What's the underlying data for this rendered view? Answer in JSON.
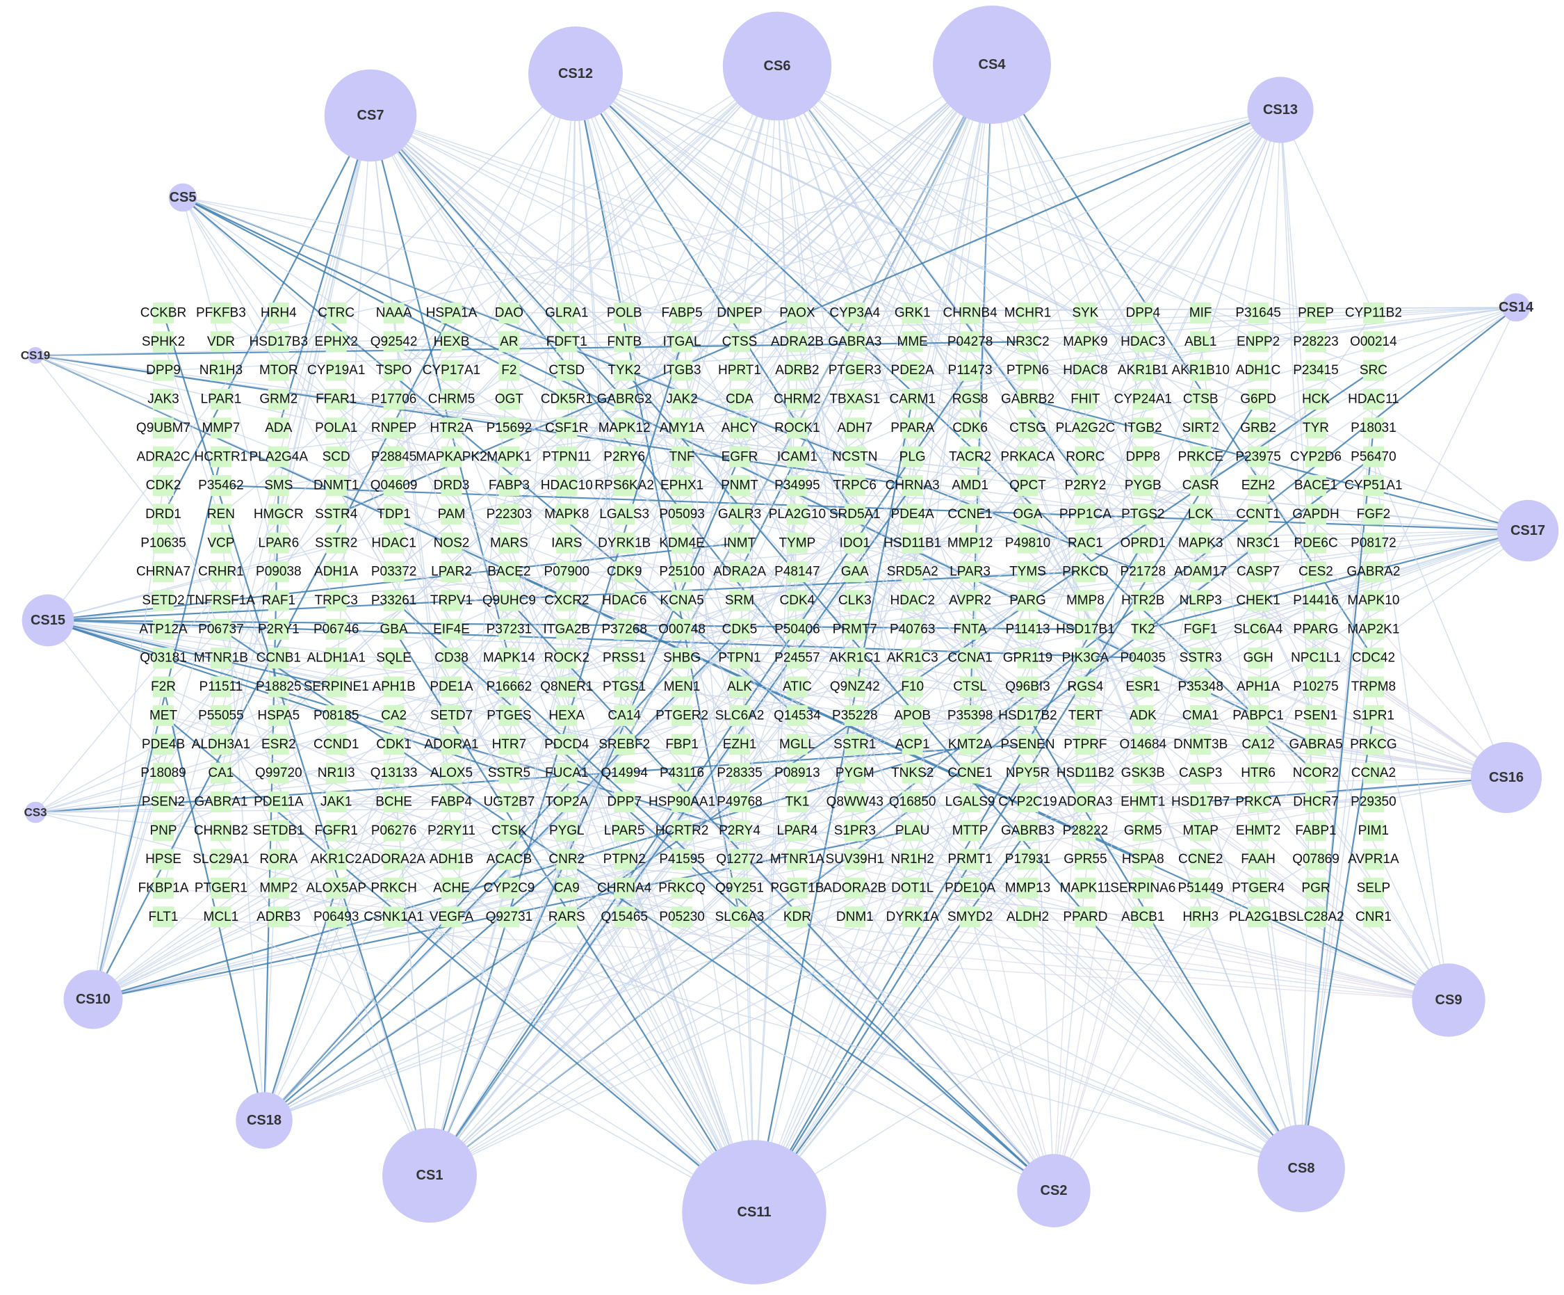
{
  "colors": {
    "background": "#ffffff",
    "hub_fill": "#c9c8f9",
    "target_fill": "#d4f7c9",
    "edge_light": "#c5d4ea",
    "edge_strong": "#3e7fb1",
    "edge_pale": "#ddd8ea"
  },
  "hubs": [
    {
      "id": "CS4",
      "label": "CS4",
      "size": 1
    },
    {
      "id": "CS6",
      "label": "CS6",
      "size": 0.92
    },
    {
      "id": "CS12",
      "label": "CS12",
      "size": 0.8
    },
    {
      "id": "CS7",
      "label": "CS7",
      "size": 0.78
    },
    {
      "id": "CS13",
      "label": "CS13",
      "size": 0.56
    },
    {
      "id": "CS5",
      "label": "CS5",
      "size": 0.24
    },
    {
      "id": "CS14",
      "label": "CS14",
      "size": 0.24
    },
    {
      "id": "CS19",
      "label": "CS19",
      "size": 0.14
    },
    {
      "id": "CS17",
      "label": "CS17",
      "size": 0.52
    },
    {
      "id": "CS15",
      "label": "CS15",
      "size": 0.44
    },
    {
      "id": "CS16",
      "label": "CS16",
      "size": 0.6
    },
    {
      "id": "CS3",
      "label": "CS3",
      "size": 0.18
    },
    {
      "id": "CS9",
      "label": "CS9",
      "size": 0.62
    },
    {
      "id": "CS10",
      "label": "CS10",
      "size": 0.5
    },
    {
      "id": "CS18",
      "label": "CS18",
      "size": 0.48
    },
    {
      "id": "CS1",
      "label": "CS1",
      "size": 0.8
    },
    {
      "id": "CS11",
      "label": "CS11",
      "size": 1.22
    },
    {
      "id": "CS2",
      "label": "CS2",
      "size": 0.62
    },
    {
      "id": "CS8",
      "label": "CS8",
      "size": 0.74
    }
  ],
  "targets": [
    [
      "CCKBR",
      "PFKFB3",
      "HRH4",
      "CTRC",
      "NAAA",
      "HSPA1A",
      "DAO",
      "GLRA1",
      "POLB",
      "FABP5",
      "DNPEP",
      "PAOX",
      "CYP3A4",
      "GRK1",
      "CHRNB4",
      "MCHR1",
      "SYK",
      "DPP4",
      "MIF",
      "P31645",
      "PREP",
      "CYP11B2"
    ],
    [
      "SPHK2",
      "VDR",
      "HSD17B3",
      "EPHX2",
      "Q92542",
      "HEXB",
      "AR",
      "FDFT1",
      "FNTB",
      "ITGAL",
      "CTSS",
      "ADRA2B",
      "GABRA3",
      "MME",
      "P04278",
      "NR3C2",
      "MAPK9",
      "HDAC3",
      "ABL1",
      "ENPP2",
      "P28223",
      "O00214"
    ],
    [
      "DPP9",
      "NR1H3",
      "MTOR",
      "CYP19A1",
      "TSPO",
      "CYP17A1",
      "F2",
      "CTSD",
      "TYK2",
      "ITGB3",
      "HPRT1",
      "ADRB2",
      "PTGER3",
      "PDE2A",
      "P11473",
      "PTPN6",
      "HDAC8",
      "AKR1B1",
      "AKR1B10",
      "ADH1C",
      "P23415",
      "SRC"
    ],
    [
      "JAK3",
      "LPAR1",
      "GRM2",
      "FFAR1",
      "P17706",
      "CHRM5",
      "OGT",
      "CDK5R1",
      "GABRG2",
      "JAK2",
      "CDA",
      "CHRM2",
      "TBXAS1",
      "CARM1",
      "RGS8",
      "GABRB2",
      "FHIT",
      "CYP24A1",
      "CTSB",
      "G6PD",
      "HCK",
      "HDAC11"
    ],
    [
      "Q9UBM7",
      "MMP7",
      "ADA",
      "POLA1",
      "RNPEP",
      "HTR2A",
      "P15692",
      "CSF1R",
      "MAPK12",
      "AMY1A",
      "AHCY",
      "ROCK1",
      "ADH7",
      "PPARA",
      "CDK6",
      "CTSG",
      "PLA2G2C",
      "ITGB2",
      "SIRT2",
      "GRB2",
      "TYR",
      "P18031"
    ],
    [
      "ADRA2C",
      "HCRTR1",
      "PLA2G4A",
      "SCD",
      "P28845",
      "MAPKAPK2",
      "MAPK1",
      "PTPN11",
      "P2RY6",
      "TNF",
      "EGFR",
      "ICAM1",
      "NCSTN",
      "PLG",
      "TACR2",
      "PRKACA",
      "RORC",
      "DPP8",
      "PRKCE",
      "P23975",
      "CYP2D6",
      "P56470"
    ],
    [
      "CDK2",
      "P35462",
      "SMS",
      "DNMT1",
      "Q04609",
      "DRD3",
      "FABP3",
      "HDAC10",
      "RPS6KA2",
      "EPHX1",
      "PNMT",
      "P34995",
      "TRPC6",
      "CHRNA3",
      "AMD1",
      "QPCT",
      "P2RY2",
      "PYGB",
      "CASR",
      "EZH2",
      "BACE1",
      "CYP51A1"
    ],
    [
      "DRD1",
      "REN",
      "HMGCR",
      "SSTR4",
      "TDP1",
      "PAM",
      "P22303",
      "MAPK8",
      "LGALS3",
      "P05093",
      "GALR3",
      "PLA2G10",
      "SRD5A1",
      "PDE4A",
      "CCNE1",
      "OGA",
      "PPP1CA",
      "PTGS2",
      "LCK",
      "CCNT1",
      "GAPDH",
      "FGF2"
    ],
    [
      "P10635",
      "VCP",
      "LPAR6",
      "SSTR2",
      "HDAC1",
      "NOS2",
      "MARS",
      "IARS",
      "DYRK1B",
      "KDM4E",
      "INMT",
      "TYMP",
      "IDO1",
      "HSD11B1",
      "MMP12",
      "P49810",
      "RAC1",
      "OPRD1",
      "MAPK3",
      "NR3C1",
      "PDE6C",
      "P08172"
    ],
    [
      "CHRNA7",
      "CRHR1",
      "P09038",
      "ADH1A",
      "P03372",
      "LPAR2",
      "BACE2",
      "P07900",
      "CDK9",
      "P25100",
      "ADRA2A",
      "P48147",
      "GAA",
      "SRD5A2",
      "LPAR3",
      "TYMS",
      "PRKCD",
      "P21728",
      "ADAM17",
      "CASP7",
      "CES2",
      "GABRA2"
    ],
    [
      "SETD2",
      "TNFRSF1A",
      "RAF1",
      "TRPC3",
      "P33261",
      "TRPV1",
      "Q9UHC9",
      "CXCR2",
      "HDAC6",
      "KCNA5",
      "SRM",
      "CDK4",
      "CLK3",
      "HDAC2",
      "AVPR2",
      "PARG",
      "MMP8",
      "HTR2B",
      "NLRP3",
      "CHEK1",
      "P14416",
      "MAPK10"
    ],
    [
      "ATP12A",
      "P06737",
      "P2RY1",
      "P06746",
      "GBA",
      "EIF4E",
      "P37231",
      "ITGA2B",
      "P37268",
      "O00748",
      "CDK5",
      "P50406",
      "PRMT7",
      "P40763",
      "FNTA",
      "P11413",
      "HSD17B1",
      "TK2",
      "FGF1",
      "SLC6A4",
      "PPARG",
      "MAP2K1"
    ],
    [
      "Q03181",
      "MTNR1B",
      "CCNB1",
      "ALDH1A1",
      "SQLE",
      "CD38",
      "MAPK14",
      "ROCK2",
      "PRSS1",
      "SHBG",
      "PTPN1",
      "P24557",
      "AKR1C1",
      "AKR1C3",
      "CCNA1",
      "GPR119",
      "PIK3CA",
      "P04035",
      "SSTR3",
      "GGH",
      "NPC1L1",
      "CDC42"
    ],
    [
      "F2R",
      "P11511",
      "P18825",
      "SERPINE1",
      "APH1B",
      "PDE1A",
      "P16662",
      "Q8NER1",
      "PTGS1",
      "MEN1",
      "ALK",
      "ATIC",
      "Q9NZ42",
      "F10",
      "CTSL",
      "Q96BI3",
      "RGS4",
      "ESR1",
      "P35348",
      "APH1A",
      "P10275",
      "TRPM8"
    ],
    [
      "MET",
      "P55055",
      "HSPA5",
      "P08185",
      "CA2",
      "SETD7",
      "PTGES",
      "HEXA",
      "CA14",
      "PTGER2",
      "SLC6A2",
      "Q14534",
      "P35228",
      "APOB",
      "P35398",
      "HSD17B2",
      "TERT",
      "ADK",
      "CMA1",
      "PABPC1",
      "PSEN1",
      "S1PR1"
    ],
    [
      "PDE4B",
      "ALDH3A1",
      "ESR2",
      "CCND1",
      "CDK1",
      "ADORA1",
      "HTR7",
      "PDCD4",
      "SREBF2",
      "FBP1",
      "EZH1",
      "MGLL",
      "SSTR1",
      "ACP1",
      "KMT2A",
      "PSENEN",
      "PTPRF",
      "O14684",
      "DNMT3B",
      "CA12",
      "GABRA5",
      "PRKCG"
    ],
    [
      "P18089",
      "CA1",
      "Q99720",
      "NR1I3",
      "Q13133",
      "ALOX5",
      "SSTR5",
      "FUCA1",
      "Q14994",
      "P43116",
      "P28335",
      "P08913",
      "PYGM",
      "TNKS2",
      "CCNE1",
      "NPY5R",
      "HSD11B2",
      "GSK3B",
      "CASP3",
      "HTR6",
      "NCOR2",
      "CCNA2"
    ],
    [
      "PSEN2",
      "GABRA1",
      "PDE11A",
      "JAK1",
      "BCHE",
      "FABP4",
      "UGT2B7",
      "TOP2A",
      "DPP7",
      "HSP90AA1",
      "P49768",
      "TK1",
      "Q8WW43",
      "Q16850",
      "LGALS9",
      "CYP2C19",
      "ADORA3",
      "EHMT1",
      "HSD17B7",
      "PRKCA",
      "DHCR7",
      "P29350"
    ],
    [
      "PNP",
      "CHRNB2",
      "SETDB1",
      "FGFR1",
      "P06276",
      "P2RY11",
      "CTSK",
      "PYGL",
      "LPAR5",
      "HCRTR2",
      "P2RY4",
      "LPAR4",
      "S1PR3",
      "PLAU",
      "MTTP",
      "GABRB3",
      "P28222",
      "GRM5",
      "MTAP",
      "EHMT2",
      "FABP1",
      "PIM1"
    ],
    [
      "HPSE",
      "SLC29A1",
      "RORA",
      "AKR1C2",
      "ADORA2A",
      "ADH1B",
      "ACACB",
      "CNR2",
      "PTPN2",
      "P41595",
      "Q12772",
      "MTNR1A",
      "SUV39H1",
      "NR1H2",
      "PRMT1",
      "P17931",
      "GPR55",
      "HSPA8",
      "CCNE2",
      "FAAH",
      "Q07869",
      "AVPR1A"
    ],
    [
      "FKBP1A",
      "PTGER1",
      "MMP2",
      "ALOX5AP",
      "PRKCH",
      "ACHE",
      "CYP2C9",
      "CA9",
      "CHRNA4",
      "PRKCQ",
      "Q9Y251",
      "PGGT1B",
      "ADORA2B",
      "DOT1L",
      "PDE10A",
      "MMP13",
      "MAPK11",
      "SERPINA6",
      "P51449",
      "PTGER4",
      "PGR",
      "SELP"
    ],
    [
      "FLT1",
      "MCL1",
      "ADRB3",
      "P06493",
      "CSNK1A1",
      "VEGFA",
      "Q92731",
      "RARS",
      "Q15465",
      "P05230",
      "SLC6A3",
      "KDR",
      "DNM1",
      "DYRK1A",
      "SMYD2",
      "ALDH2",
      "PPARD",
      "ABCB1",
      "HRH3",
      "PLA2G1B",
      "SLC28A2",
      "CNR1"
    ]
  ]
}
